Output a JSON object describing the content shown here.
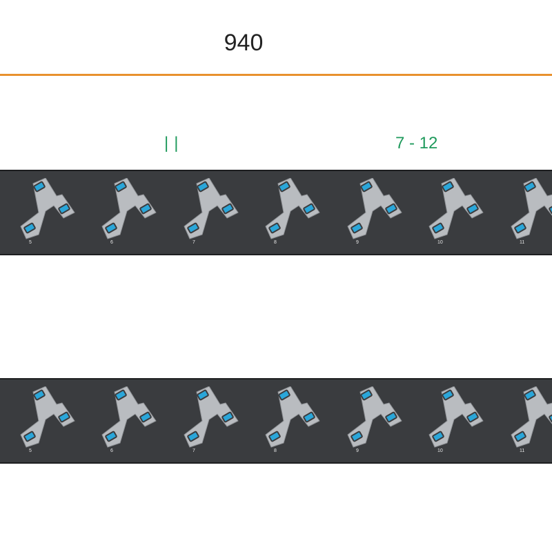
{
  "dimension": {
    "label": "940",
    "line_color": "#e8912d"
  },
  "groups": {
    "left_label": "||",
    "right_label": "7 - 12",
    "label_color": "#1f9a5c"
  },
  "strips": [
    {
      "sockets": [
        {
          "number": "5"
        },
        {
          "number": "6"
        },
        {
          "number": "7"
        },
        {
          "number": "8"
        },
        {
          "number": "9"
        },
        {
          "number": "10"
        },
        {
          "number": "11"
        }
      ]
    },
    {
      "sockets": [
        {
          "number": "5"
        },
        {
          "number": "6"
        },
        {
          "number": "7"
        },
        {
          "number": "8"
        },
        {
          "number": "9"
        },
        {
          "number": "10"
        },
        {
          "number": "11"
        }
      ]
    }
  ],
  "colors": {
    "strip": "#3a3c3f",
    "socket_face": "#b9bcc0",
    "socket_slot": "#2aa6d9",
    "slot_border": "#3a3c3f"
  },
  "icons": {
    "socket": "socket-outlet-icon"
  }
}
